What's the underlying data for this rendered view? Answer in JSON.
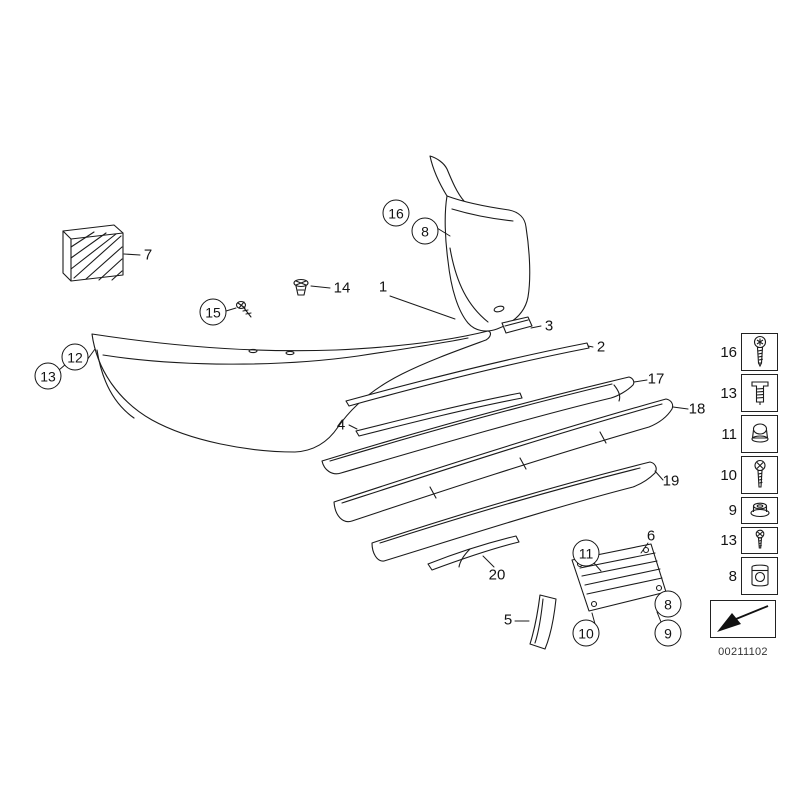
{
  "diagram": {
    "drawing_number": "00211102",
    "colors": {
      "line": "#1b1b1b",
      "background": "#ffffff"
    },
    "callouts": [
      {
        "label": "16",
        "style": "circle"
      },
      {
        "label": "8",
        "style": "circle"
      },
      {
        "label": "7",
        "style": "plain"
      },
      {
        "label": "14",
        "style": "plain"
      },
      {
        "label": "15",
        "style": "circle"
      },
      {
        "label": "1",
        "style": "plain"
      },
      {
        "label": "3",
        "style": "plain"
      },
      {
        "label": "2",
        "style": "plain"
      },
      {
        "label": "12",
        "style": "circle"
      },
      {
        "label": "13",
        "style": "circle"
      },
      {
        "label": "17",
        "style": "plain"
      },
      {
        "label": "18",
        "style": "plain"
      },
      {
        "label": "4",
        "style": "plain"
      },
      {
        "label": "19",
        "style": "plain"
      },
      {
        "label": "6",
        "style": "plain"
      },
      {
        "label": "11",
        "style": "circle"
      },
      {
        "label": "20",
        "style": "plain"
      },
      {
        "label": "8",
        "style": "circle"
      },
      {
        "label": "5",
        "style": "plain"
      },
      {
        "label": "10",
        "style": "circle"
      },
      {
        "label": "9",
        "style": "circle"
      }
    ],
    "legend": {
      "rows": [
        {
          "label": "16",
          "icon": "torx-screw-icon"
        },
        {
          "label": "13",
          "icon": "expanding-rivet-icon"
        },
        {
          "label": "11",
          "icon": "cap-nut-icon"
        },
        {
          "label": "10",
          "icon": "pan-head-screw-icon"
        },
        {
          "label": "9",
          "icon": "flange-nut-icon"
        },
        {
          "label": "13",
          "icon": "small-screw-icon"
        },
        {
          "label": "8",
          "icon": "speed-clip-icon"
        }
      ],
      "direction_symbol": "front-direction-arrow"
    }
  }
}
